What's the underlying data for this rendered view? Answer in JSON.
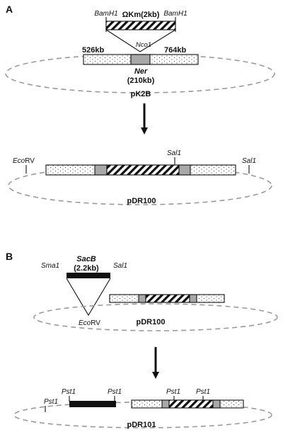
{
  "panel_a": {
    "label": "A",
    "insert_top": {
      "left_site": "BamH1",
      "right_site": "BamH1",
      "cassette_prefix": "Ω",
      "cassette_name": "Km(2kb)"
    },
    "pk2b": {
      "site": "Nco1",
      "left_coord": "526kb",
      "right_coord": "764kb",
      "gene": "Ner",
      "gene_size": "(210kb)",
      "plasmid": "pK2B"
    },
    "pdr100": {
      "left_site_prefix": "Eco",
      "left_site_suffix": "RV",
      "mid_site": "Sal1",
      "right_site": "Sal1",
      "plasmid": "pDR100"
    }
  },
  "panel_b": {
    "label": "B",
    "insert": {
      "left_site": "Sma1",
      "right_site": "Sal1",
      "gene": "SacB",
      "size": "(2.2kb)",
      "target_site_prefix": "Eco",
      "target_site_suffix": "RV",
      "plasmid": "pDR100"
    },
    "pdr101": {
      "sites": [
        "Pst1",
        "Pst1",
        "Pst1",
        "Pst1",
        "Pst1"
      ],
      "plasmid": "pDR101"
    }
  }
}
